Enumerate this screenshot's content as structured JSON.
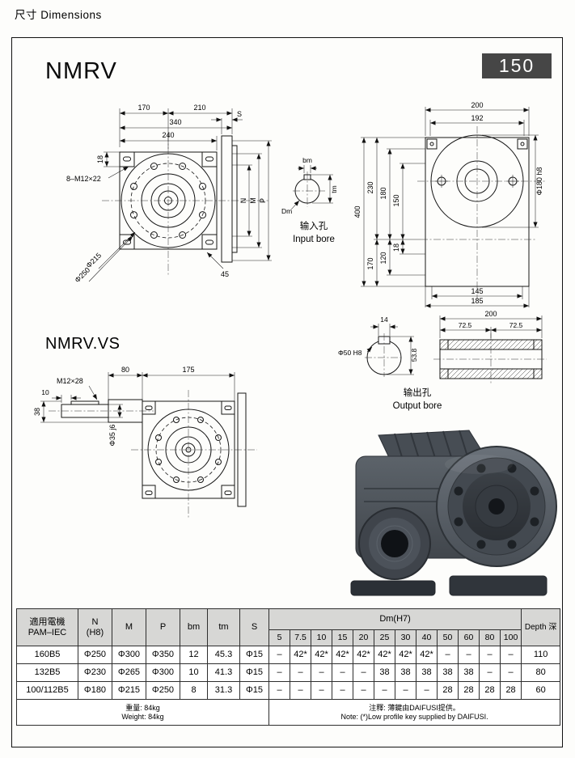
{
  "page": {
    "title": "尺寸 Dimensions"
  },
  "header": {
    "model": "NMRV",
    "size": "150"
  },
  "front_view": {
    "d170": "170",
    "d210": "210",
    "dS": "S",
    "d340": "340",
    "d240": "240",
    "d18": "18",
    "bolt_label": "8–M12×22",
    "phi215": "Φ215",
    "phi250": "Φ250",
    "d45": "45",
    "dN": "N",
    "dM": "M",
    "dP": "P"
  },
  "input_bore": {
    "bm": "bm",
    "tm": "tm",
    "dm": "Dm",
    "caption_cn": "输入孔",
    "caption_en": "Input bore"
  },
  "side_view": {
    "d200": "200",
    "d192": "192",
    "d400": "400",
    "d230": "230",
    "d180": "180",
    "d150": "150",
    "d120": "120",
    "d18": "18",
    "d170": "170",
    "d145": "145",
    "d185": "185",
    "phi180": "Φ180 h8"
  },
  "vs_view": {
    "title": "NMRV.VS",
    "d80": "80",
    "d175": "175",
    "bolt_label": "M12×28",
    "d10": "10",
    "d38": "38",
    "phi35": "Φ35 j6"
  },
  "output_bore": {
    "d14": "14",
    "phi50": "Φ50 H8",
    "d53_8": "53.8",
    "d200": "200",
    "d72_5a": "72.5",
    "d72_5b": "72.5",
    "caption_cn": "输出孔",
    "caption_en": "Output bore"
  },
  "table": {
    "headers": {
      "pam": "適用電機\nPAM–IEC",
      "n": "N\n(H8)",
      "m": "M",
      "p": "P",
      "bm": "bm",
      "tm": "tm",
      "s": "S",
      "dm_group": "Dm(H7)",
      "depth": "Depth 深"
    },
    "dm_cols": [
      "5",
      "7.5",
      "10",
      "15",
      "20",
      "25",
      "30",
      "40",
      "50",
      "60",
      "80",
      "100"
    ],
    "rows": [
      {
        "pam": "160B5",
        "n": "Φ250",
        "m": "Φ300",
        "p": "Φ350",
        "bm": "12",
        "tm": "45.3",
        "s": "Φ15",
        "dm": [
          "–",
          "42*",
          "42*",
          "42*",
          "42*",
          "42*",
          "42*",
          "42*",
          "–",
          "–",
          "–",
          "–"
        ],
        "depth": "110"
      },
      {
        "pam": "132B5",
        "n": "Φ230",
        "m": "Φ265",
        "p": "Φ300",
        "bm": "10",
        "tm": "41.3",
        "s": "Φ15",
        "dm": [
          "–",
          "–",
          "–",
          "–",
          "–",
          "38",
          "38",
          "38",
          "38",
          "38",
          "–",
          "–"
        ],
        "depth": "80"
      },
      {
        "pam": "100/112B5",
        "n": "Φ180",
        "m": "Φ215",
        "p": "Φ250",
        "bm": "8",
        "tm": "31.3",
        "s": "Φ15",
        "dm": [
          "–",
          "–",
          "–",
          "–",
          "–",
          "–",
          "–",
          "–",
          "28",
          "28",
          "28",
          "28"
        ],
        "depth": "60"
      }
    ],
    "footer": {
      "weight": "重量: 84kg\nWeight: 84kg",
      "note": "注釋: 薄鍵由DAIFUSI提供。\nNote: (*)Low profile key supplied by DAIFUSI."
    }
  }
}
